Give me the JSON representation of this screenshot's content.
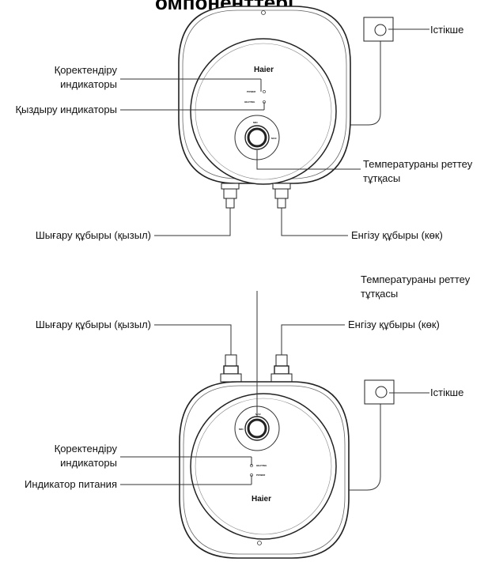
{
  "heading": "омпоненттері",
  "top_figure": {
    "brand": "Haier",
    "panel": {
      "power": "POWER",
      "heating": "HEATING"
    },
    "knob": {
      "max": "MAX",
      "min": "MIN"
    },
    "labels": {
      "socket": "Істікше",
      "indicator_line1": "Қоректендіру",
      "indicator_line2": "индикаторы",
      "heating_indicator": "Қыздыру индикаторы",
      "temp_knob_line1": "Температураны реттеу",
      "temp_knob_line2": "тұтқасы",
      "outlet_pipe": "Шығару құбыры (қызыл)",
      "inlet_pipe": "Енгізу құбыры (көк)"
    }
  },
  "bottom_figure": {
    "brand": "Haier",
    "panel": {
      "power": "POWER",
      "heating": "HEATING"
    },
    "knob": {
      "max": "MAX",
      "min": "MIN"
    },
    "labels": {
      "temp_knob_line1": "Температураны реттеу",
      "temp_knob_line2": "тұтқасы",
      "outlet_pipe": "Шығару құбыры (қызыл)",
      "inlet_pipe": "Енгізу құбыры (көк)",
      "socket": "Істікше",
      "indicator_line1": "Қоректендіру",
      "indicator_line2": "индикаторы",
      "power_indicator": "Индикатор питания"
    }
  }
}
